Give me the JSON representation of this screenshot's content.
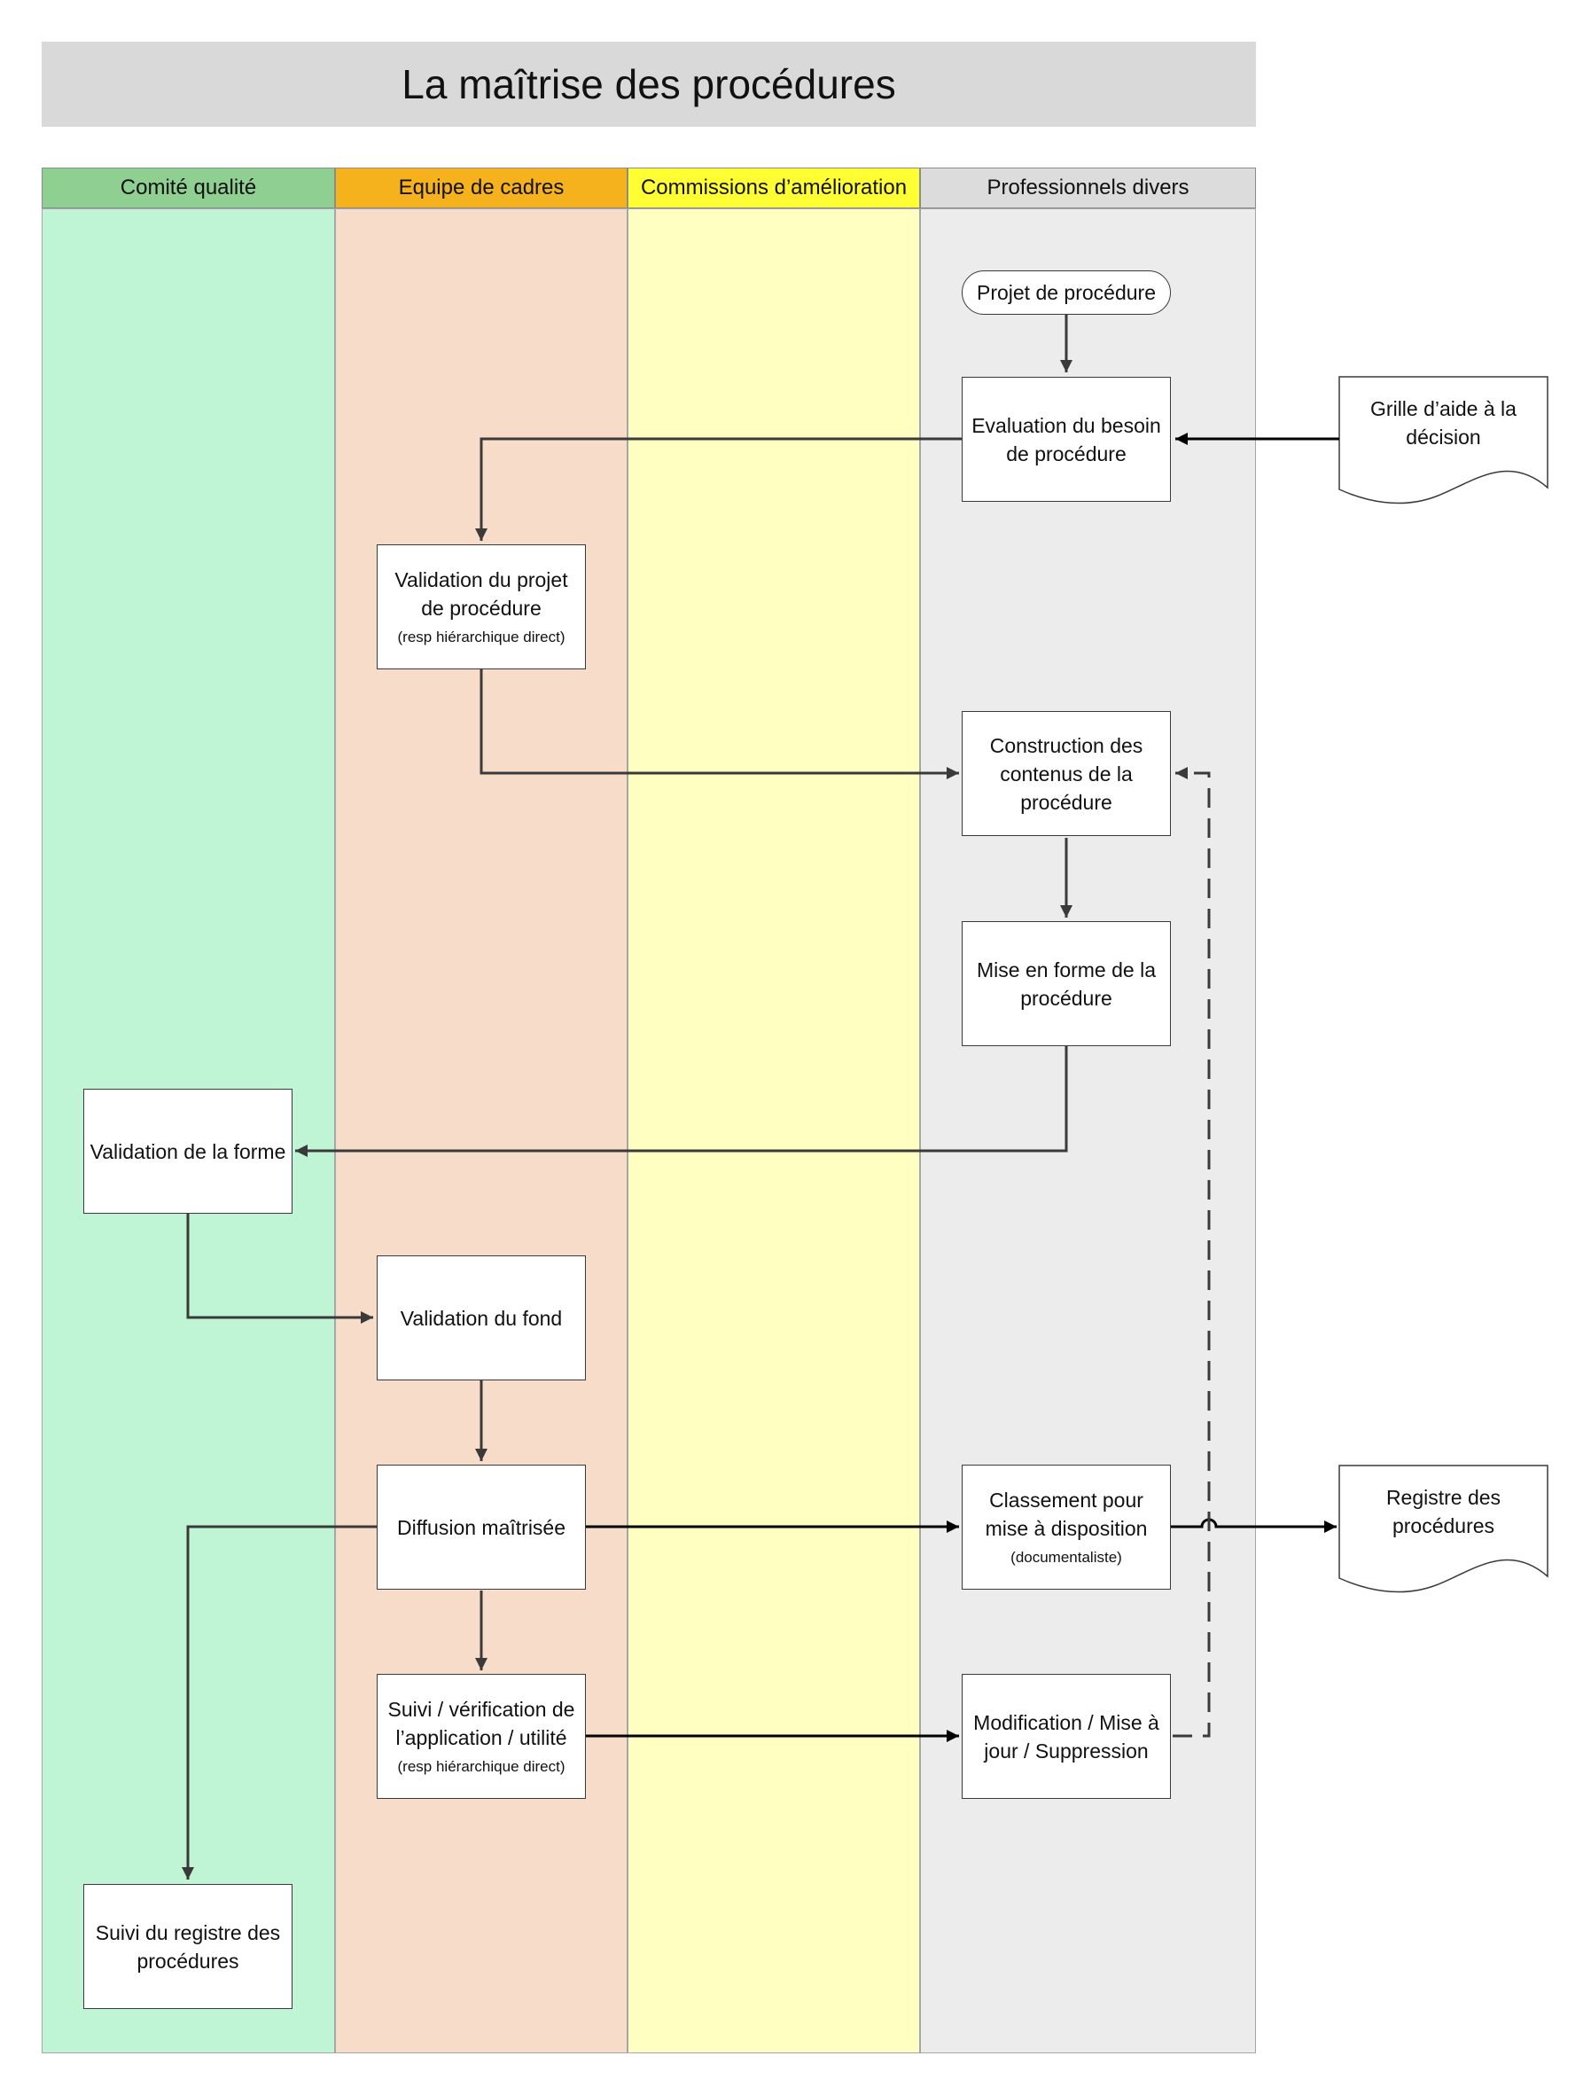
{
  "title": "La maîtrise des procédures",
  "lanes": [
    {
      "label": "Comité qualité",
      "header_color": "#8fcf92",
      "body_color": "#bff5d4"
    },
    {
      "label": "Equipe de cadres",
      "header_color": "#f5b21c",
      "body_color": "#f8dcca"
    },
    {
      "label": "Commissions d’amélioration",
      "header_color": "#ffff33",
      "body_color": "#ffffc2"
    },
    {
      "label": "Professionnels divers",
      "header_color": "#dcdcdc",
      "body_color": "#ececec"
    }
  ],
  "nodes": {
    "projet": {
      "text": "Projet de procédure"
    },
    "evaluation": {
      "text": "Evaluation du besoin de procédure"
    },
    "validation_projet": {
      "text": "Validation du projet de procédure",
      "sub": "(resp hiérarchique direct)"
    },
    "construction": {
      "text": "Construction des contenus de la procédure"
    },
    "mise_en_forme": {
      "text": "Mise en forme de la procédure"
    },
    "validation_forme": {
      "text": "Validation de la forme"
    },
    "validation_fond": {
      "text": "Validation du fond"
    },
    "diffusion": {
      "text": "Diffusion maîtrisée"
    },
    "classement": {
      "text": "Classement pour mise à disposition",
      "sub": "(documentaliste)"
    },
    "suivi_verif": {
      "text": "Suivi / vérification de l’application / utilité",
      "sub": "(resp hiérarchique direct)"
    },
    "modification": {
      "text": "Modification  / Mise à jour / Suppression"
    },
    "suivi_registre": {
      "text": "Suivi du registre des procédures"
    }
  },
  "documents": {
    "grille": {
      "text": "Grille d’aide à la décision"
    },
    "registre": {
      "text": "Registre des procédures"
    }
  }
}
